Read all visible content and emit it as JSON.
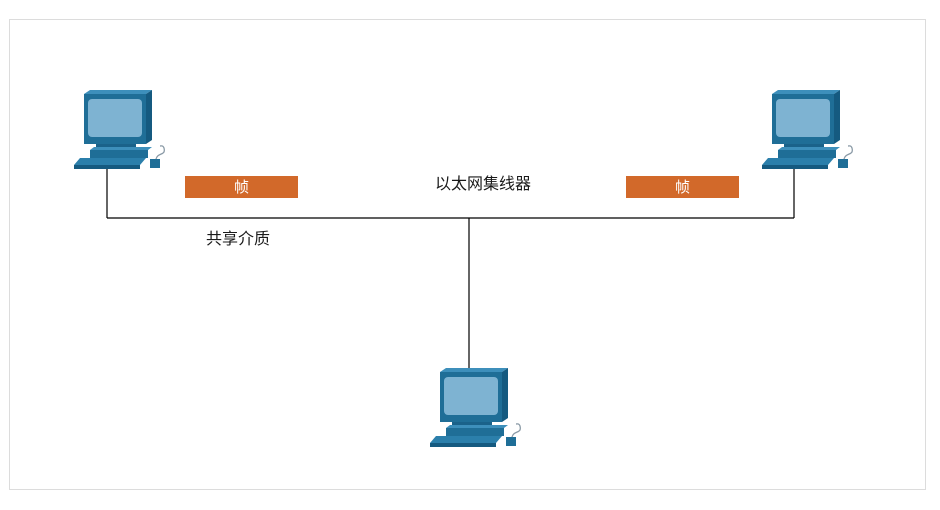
{
  "diagram": {
    "hub_label": "以太网集线器",
    "medium_label": "共享介质",
    "frame_left_label": "帧",
    "frame_right_label": "帧",
    "colors": {
      "frame_fill": "#d2692a",
      "computer_body": "#1f6e97",
      "computer_screen": "#7eb3d2",
      "line": "#000000"
    }
  }
}
